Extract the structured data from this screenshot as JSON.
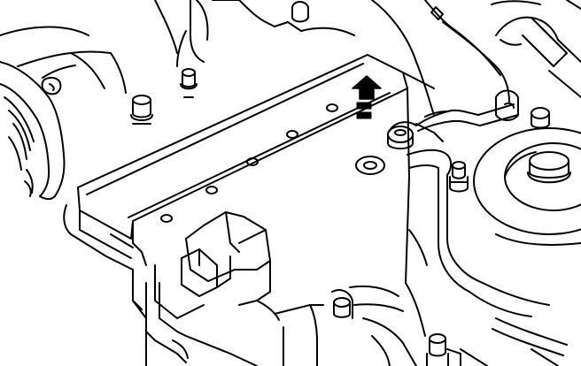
{
  "figure": {
    "kind": "line-art technical illustration",
    "subject": "engine-bay-battery",
    "colors": {
      "ink": "#000000",
      "paper": "#ffffff"
    },
    "callouts": [
      {
        "name": "front-direction-arrow",
        "icon": "arrow-up-icon"
      }
    ]
  }
}
